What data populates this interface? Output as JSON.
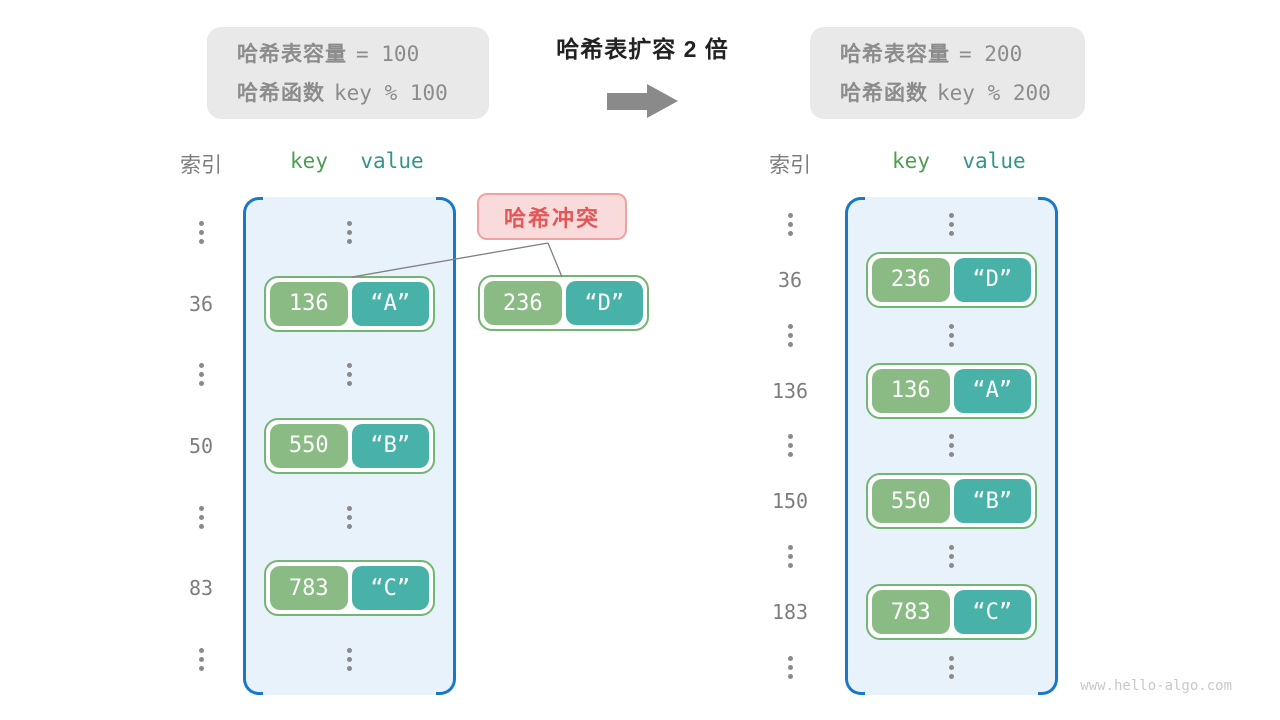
{
  "top": {
    "before_box": {
      "line1_label": "哈希表容量",
      "line1_value": "= 100",
      "line2_label": "哈希函数",
      "line2_value": "key % 100"
    },
    "expand_title": "哈希表扩容 2 倍",
    "after_box": {
      "line1_label": "哈希表容量",
      "line1_value": "= 200",
      "line2_label": "哈希函数",
      "line2_value": "key % 200"
    }
  },
  "collision": {
    "label": "哈希冲突",
    "pair": {
      "key": "236",
      "value": "“D”"
    }
  },
  "tables": {
    "left": {
      "headers": {
        "index": "索引",
        "key": "key",
        "value": "value"
      },
      "rows": [
        {
          "type": "dots"
        },
        {
          "type": "pair",
          "index": "36",
          "key": "136",
          "value": "“A”"
        },
        {
          "type": "dots"
        },
        {
          "type": "pair",
          "index": "50",
          "key": "550",
          "value": "“B”"
        },
        {
          "type": "dots"
        },
        {
          "type": "pair",
          "index": "83",
          "key": "783",
          "value": "“C”"
        },
        {
          "type": "dots"
        }
      ]
    },
    "right": {
      "headers": {
        "index": "索引",
        "key": "key",
        "value": "value"
      },
      "rows": [
        {
          "type": "dots"
        },
        {
          "type": "pair",
          "index": "36",
          "key": "236",
          "value": "“D”"
        },
        {
          "type": "dots"
        },
        {
          "type": "pair",
          "index": "136",
          "key": "136",
          "value": "“A”"
        },
        {
          "type": "dots"
        },
        {
          "type": "pair",
          "index": "150",
          "key": "550",
          "value": "“B”"
        },
        {
          "type": "dots"
        },
        {
          "type": "pair",
          "index": "183",
          "key": "783",
          "value": "“C”"
        },
        {
          "type": "dots"
        }
      ]
    }
  },
  "watermark": "www.hello-algo.com",
  "colors": {
    "page_bg": "#ffffff",
    "box_gray_bg": "#e9e9e9",
    "gray_text": "#8c8c8c",
    "title_text": "#222222",
    "arrow_gray": "#8a8a8a",
    "index_gray": "#7d7d7d",
    "key_green_text": "#4d9e52",
    "value_teal_text": "#35948a",
    "container_fill": "#e8f2fb",
    "container_border": "#1a78c8",
    "pair_border": "#74b474",
    "key_fill": "#8abb85",
    "value_fill": "#49b2a8",
    "collision_bg": "#fadbdb",
    "collision_border": "#f0a2a2",
    "collision_text": "#e25858",
    "dots_gray": "#8a8a8a",
    "line_gray": "#808080",
    "watermark_gray": "#c8c8c8"
  }
}
